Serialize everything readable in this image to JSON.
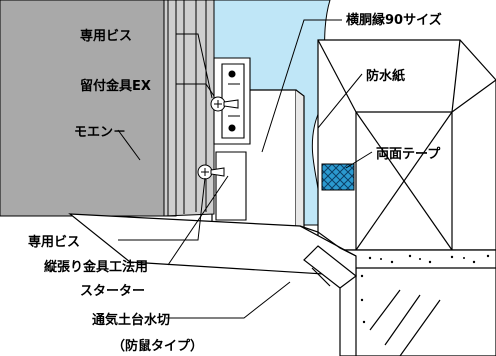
{
  "labels": {
    "screw_top": "専用ビス",
    "bracket_ex": "留付金具EX",
    "moen": "モエン－",
    "screw_bottom": "専用ビス",
    "starter_line1": "縦張り金具工法用",
    "starter_line2": "スターター",
    "drip_line1": "通気土台水切",
    "drip_line2": "（防鼠タイプ）",
    "furring": "横胴縁90サイズ",
    "waterproof_paper": "防水紙",
    "double_tape": "両面テープ"
  },
  "colors": {
    "siding": "#a9a9a9",
    "siding_light": "#cfcfcf",
    "waterproof_paper": "#bfe6f7",
    "tape": "#2b9ad0",
    "line": "#000000",
    "background": "#ffffff"
  }
}
